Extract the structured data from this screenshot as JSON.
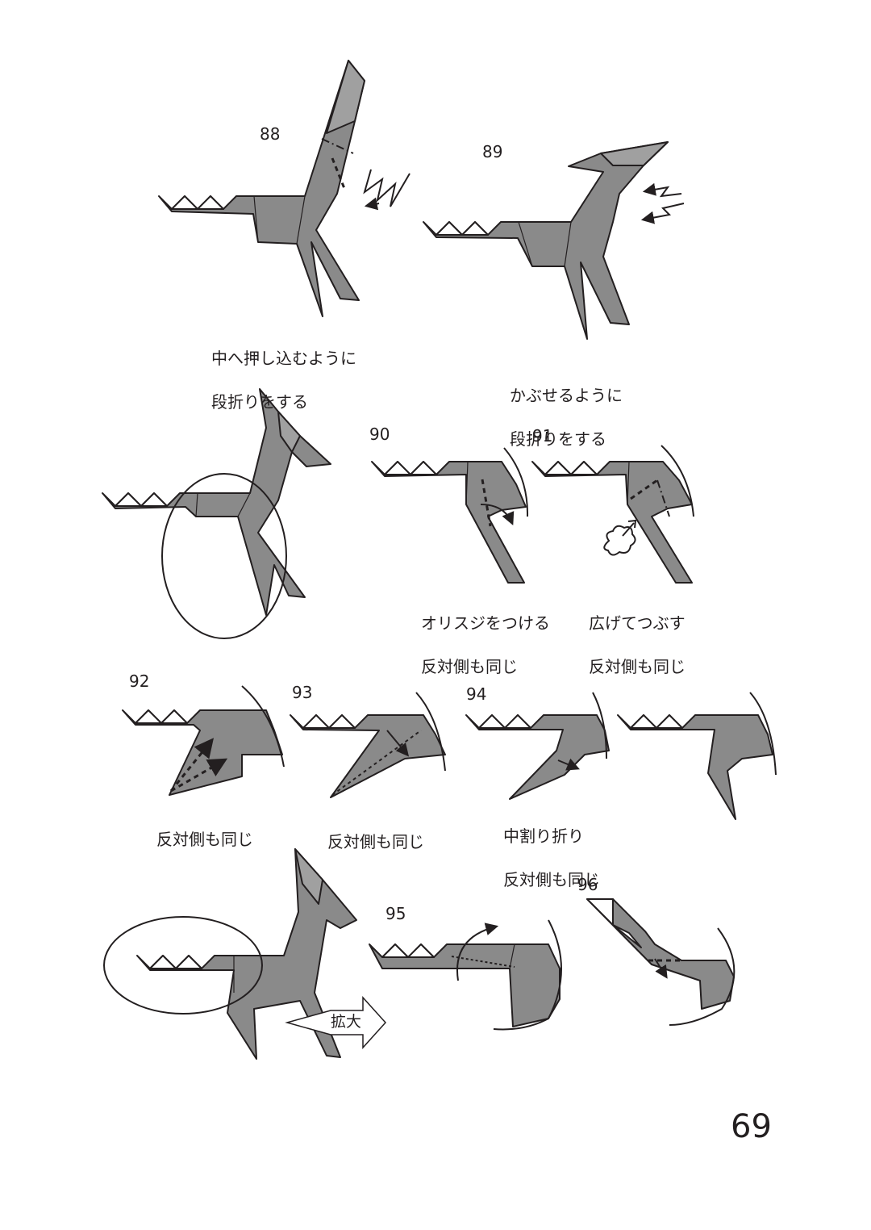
{
  "page": {
    "number": "69",
    "fill_color": "#8a8a8a",
    "line_color": "#231f20"
  },
  "steps": [
    {
      "id": "88",
      "caption_line1": "中へ押し込むように",
      "caption_line2": "段折りをする"
    },
    {
      "id": "89",
      "caption_line1": "かぶせるように",
      "caption_line2": "段折りをする"
    },
    {
      "id": "90",
      "caption_line1": "オリスジをつける",
      "caption_line2": "反対側も同じ"
    },
    {
      "id": "91",
      "caption_line1": "広げてつぶす",
      "caption_line2": "反対側も同じ"
    },
    {
      "id": "92",
      "caption_line1": "反対側も同じ"
    },
    {
      "id": "93",
      "caption_line1": "反対側も同じ"
    },
    {
      "id": "94",
      "caption_line1": "中割り折り",
      "caption_line2": "反対側も同じ"
    },
    {
      "id": "95"
    },
    {
      "id": "96"
    }
  ],
  "enlarge_label": "拡大"
}
